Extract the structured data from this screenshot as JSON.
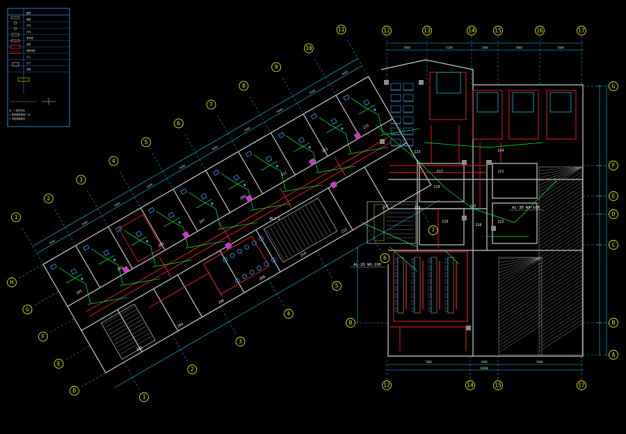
{
  "view": {
    "background": "#000000",
    "colors": {
      "axis_bubble": "#e6e600",
      "dimension": "#00d8ff",
      "wall": "#cfcfcf",
      "circuit_red": "#ff2020",
      "circuit_green": "#00ff40",
      "device_blue": "#3aa0ff",
      "riser": "#c040c0"
    }
  },
  "legend": {
    "rows": [
      "图例",
      "插座",
      "开关",
      "灯具",
      "配电箱",
      "线槽",
      "电缆桥架",
      "引上",
      "引下",
      "说明"
    ],
    "notes": [
      "注：1.图中所注",
      "2.配电箱底距地1.5m",
      "3.导线穿管敷设"
    ]
  },
  "left_wing": {
    "top_axes": [
      "1",
      "2",
      "3",
      "4",
      "5",
      "6",
      "7",
      "8",
      "9",
      "10",
      "11"
    ],
    "top_dims": [
      "3600",
      "3600",
      "3600",
      "3600",
      "3600",
      "3600",
      "3600",
      "3600",
      "3600",
      "3600"
    ],
    "bottom_axes": [
      "1",
      "2",
      "3",
      "4",
      "5",
      "6",
      "7"
    ],
    "left_axes": [
      "H",
      "G",
      "F",
      "E",
      "D"
    ],
    "rooms": [
      "201",
      "202",
      "203",
      "204",
      "205",
      "206",
      "207",
      "208",
      "209",
      "210",
      "211",
      "212",
      "213",
      "214",
      "215"
    ]
  },
  "right_wing": {
    "top_axes": [
      "12",
      "13",
      "14",
      "15",
      "16",
      "17"
    ],
    "top_dims": [
      "3600",
      "4200",
      "2400",
      "3000",
      "3600"
    ],
    "right_axes": [
      "G",
      "F",
      "E",
      "D",
      "C",
      "B",
      "A"
    ],
    "left_axis_b": "B",
    "bottom_axes": [
      "12",
      "14",
      "15",
      "17"
    ],
    "bottom_dims": [
      "7800",
      "3600",
      "9600"
    ],
    "total_dim": "18000",
    "rooms": [
      "217",
      "218",
      "219",
      "220",
      "221",
      "222",
      "223",
      "224",
      "225",
      "226"
    ]
  },
  "tags": [
    {
      "text": "AL-2D  WX-100"
    },
    {
      "text": "AL-3D  WX-100"
    },
    {
      "text": "WL2-1"
    }
  ]
}
